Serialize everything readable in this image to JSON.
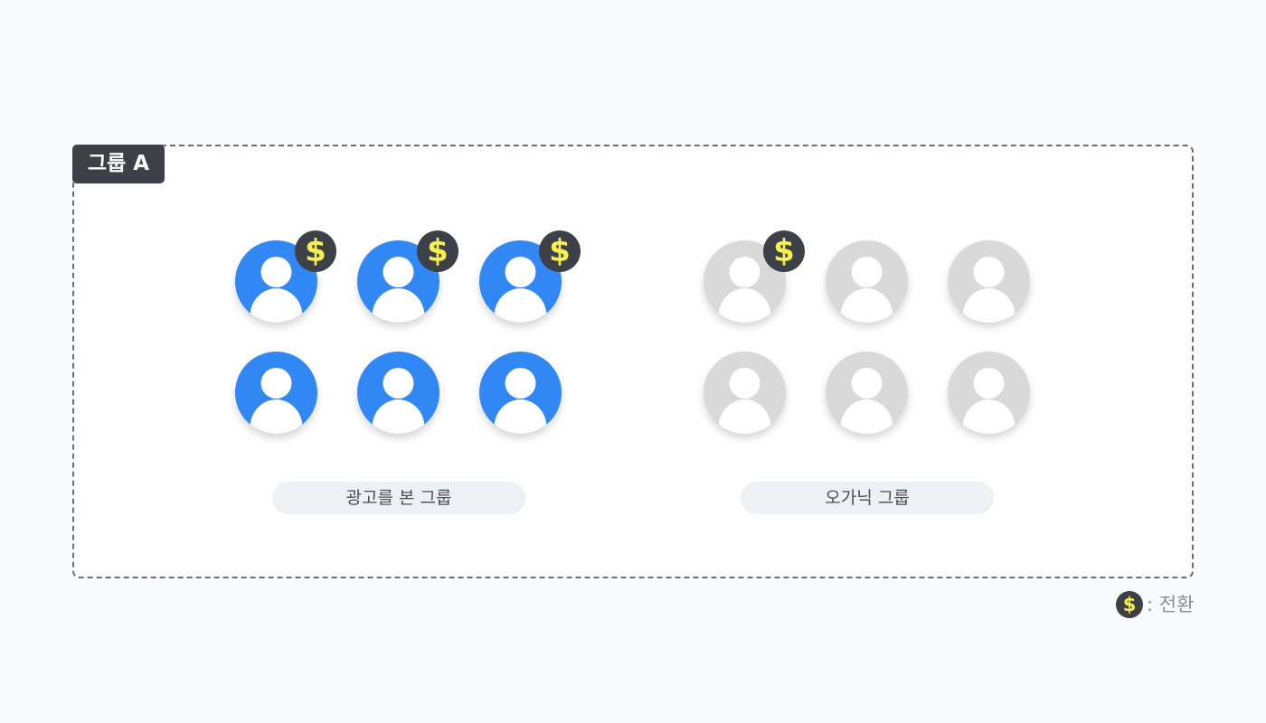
{
  "group": {
    "label": "그룹 A"
  },
  "clusters": {
    "ad": {
      "label": "광고를 본 그룹",
      "color": "#3188f5",
      "people": 6,
      "converted": 3
    },
    "organic": {
      "label": "오가닉 그룹",
      "color": "#d9d9d9",
      "people": 6,
      "converted": 1
    }
  },
  "icons": {
    "person": "person-icon",
    "conversion": "dollar-coin-icon"
  },
  "conversion_symbol": "$",
  "legend": {
    "symbol": "$",
    "text": ": 전환"
  },
  "colors": {
    "tag_background": "#3d4147",
    "coin_background": "#3d4147",
    "coin_symbol": "#f6ef4f",
    "border": "#6b6f75",
    "pill_background": "#edf1f4"
  }
}
